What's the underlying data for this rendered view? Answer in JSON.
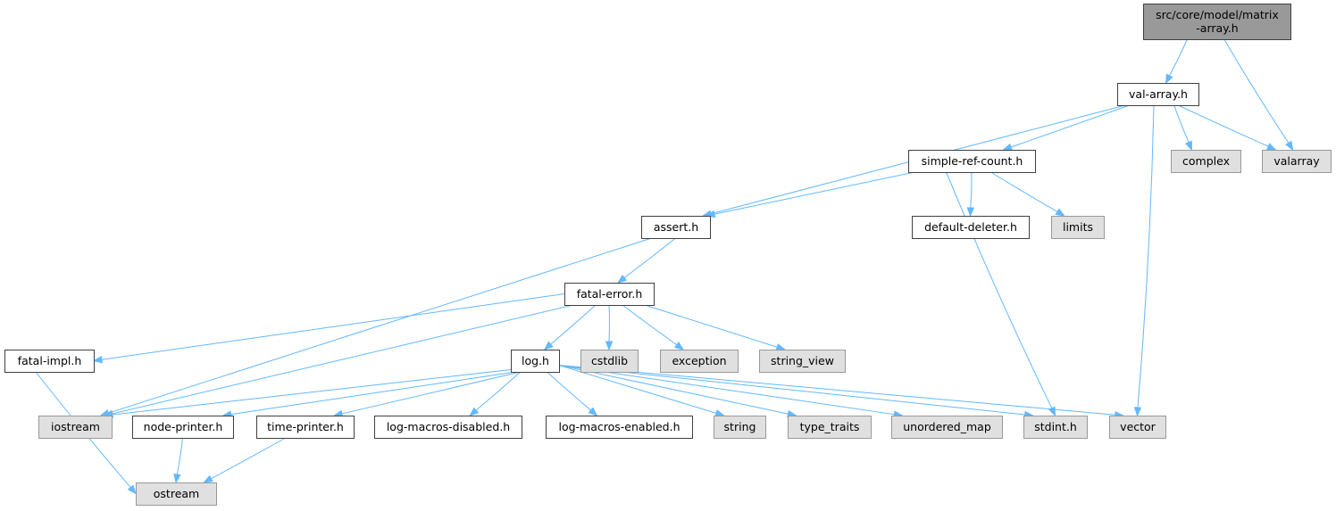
{
  "colors": {
    "root_fill": "#999999",
    "local_fill": "#ffffff",
    "system_fill": "#e0e0e0",
    "border": "#404040",
    "system_border": "#999999",
    "edge": "#63b8ff"
  },
  "nodes": {
    "root": {
      "lines": [
        "src/core/model/matrix",
        "-array.h"
      ],
      "kind": "root"
    },
    "val_array": {
      "lines": [
        "val-array.h"
      ],
      "kind": "local"
    },
    "complex": {
      "lines": [
        "complex"
      ],
      "kind": "system"
    },
    "valarray": {
      "lines": [
        "valarray"
      ],
      "kind": "system"
    },
    "simple_ref_count": {
      "lines": [
        "simple-ref-count.h"
      ],
      "kind": "local"
    },
    "assert": {
      "lines": [
        "assert.h"
      ],
      "kind": "local"
    },
    "default_deleter": {
      "lines": [
        "default-deleter.h"
      ],
      "kind": "local"
    },
    "limits": {
      "lines": [
        "limits"
      ],
      "kind": "system"
    },
    "fatal_error": {
      "lines": [
        "fatal-error.h"
      ],
      "kind": "local"
    },
    "fatal_impl": {
      "lines": [
        "fatal-impl.h"
      ],
      "kind": "local"
    },
    "log": {
      "lines": [
        "log.h"
      ],
      "kind": "local"
    },
    "cstdlib": {
      "lines": [
        "cstdlib"
      ],
      "kind": "system"
    },
    "exception": {
      "lines": [
        "exception"
      ],
      "kind": "system"
    },
    "string_view": {
      "lines": [
        "string_view"
      ],
      "kind": "system"
    },
    "iostream": {
      "lines": [
        "iostream"
      ],
      "kind": "system"
    },
    "node_printer": {
      "lines": [
        "node-printer.h"
      ],
      "kind": "local"
    },
    "time_printer": {
      "lines": [
        "time-printer.h"
      ],
      "kind": "local"
    },
    "log_macros_disabled": {
      "lines": [
        "log-macros-disabled.h"
      ],
      "kind": "local"
    },
    "log_macros_enabled": {
      "lines": [
        "log-macros-enabled.h"
      ],
      "kind": "local"
    },
    "string": {
      "lines": [
        "string"
      ],
      "kind": "system"
    },
    "type_traits": {
      "lines": [
        "type_traits"
      ],
      "kind": "system"
    },
    "unordered_map": {
      "lines": [
        "unordered_map"
      ],
      "kind": "system"
    },
    "stdint": {
      "lines": [
        "stdint.h"
      ],
      "kind": "system"
    },
    "vector": {
      "lines": [
        "vector"
      ],
      "kind": "system"
    },
    "ostream": {
      "lines": [
        "ostream"
      ],
      "kind": "system"
    }
  },
  "edges": [
    {
      "from": "root",
      "to": "val_array"
    },
    {
      "from": "root",
      "to": "valarray"
    },
    {
      "from": "val_array",
      "to": "assert"
    },
    {
      "from": "val_array",
      "to": "simple_ref_count"
    },
    {
      "from": "val_array",
      "to": "vector"
    },
    {
      "from": "val_array",
      "to": "complex"
    },
    {
      "from": "val_array",
      "to": "valarray"
    },
    {
      "from": "simple_ref_count",
      "to": "assert"
    },
    {
      "from": "simple_ref_count",
      "to": "stdint"
    },
    {
      "from": "simple_ref_count",
      "to": "default_deleter"
    },
    {
      "from": "simple_ref_count",
      "to": "limits"
    },
    {
      "from": "assert",
      "to": "iostream"
    },
    {
      "from": "assert",
      "to": "fatal_error"
    },
    {
      "from": "fatal_error",
      "to": "fatal_impl"
    },
    {
      "from": "fatal_error",
      "to": "iostream"
    },
    {
      "from": "fatal_error",
      "to": "log"
    },
    {
      "from": "fatal_error",
      "to": "cstdlib"
    },
    {
      "from": "fatal_error",
      "to": "exception"
    },
    {
      "from": "fatal_error",
      "to": "string_view"
    },
    {
      "from": "fatal_impl",
      "to": "ostream"
    },
    {
      "from": "log",
      "to": "iostream"
    },
    {
      "from": "log",
      "to": "node_printer"
    },
    {
      "from": "log",
      "to": "time_printer"
    },
    {
      "from": "log",
      "to": "log_macros_disabled"
    },
    {
      "from": "log",
      "to": "log_macros_enabled"
    },
    {
      "from": "log",
      "to": "string"
    },
    {
      "from": "log",
      "to": "type_traits"
    },
    {
      "from": "log",
      "to": "unordered_map"
    },
    {
      "from": "log",
      "to": "stdint"
    },
    {
      "from": "log",
      "to": "vector"
    },
    {
      "from": "node_printer",
      "to": "ostream"
    },
    {
      "from": "time_printer",
      "to": "ostream"
    }
  ]
}
